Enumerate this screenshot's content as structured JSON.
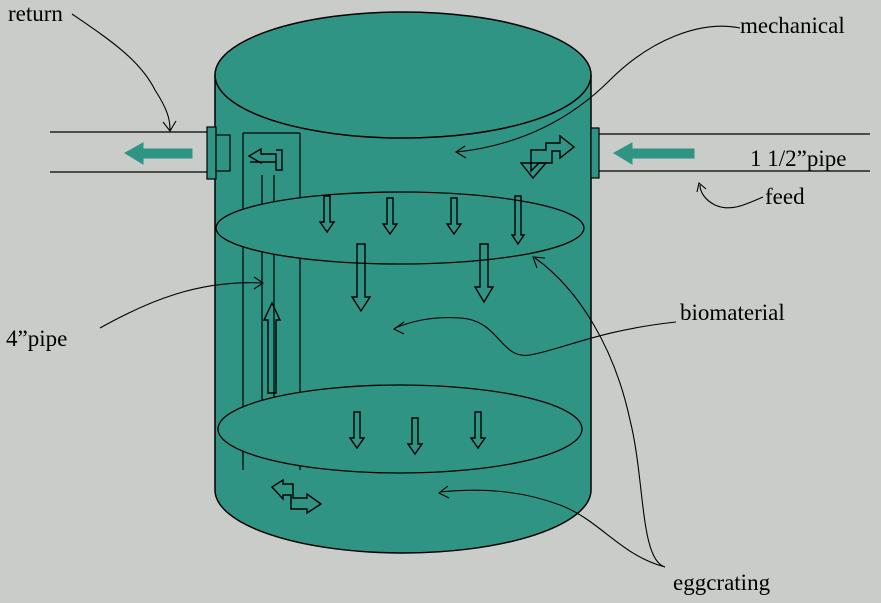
{
  "diagram": {
    "labels": {
      "return": "return",
      "mechanical": "mechanical",
      "small_pipe": "1 1/2”pipe",
      "feed": "feed",
      "large_pipe": "4”pipe",
      "biomaterial": "biomaterial",
      "eggcrating": "eggcrating"
    },
    "colors": {
      "background": "#c9ccc8",
      "tank": "#2f9484",
      "outline": "#000000",
      "arrow": "#2f9484"
    }
  }
}
